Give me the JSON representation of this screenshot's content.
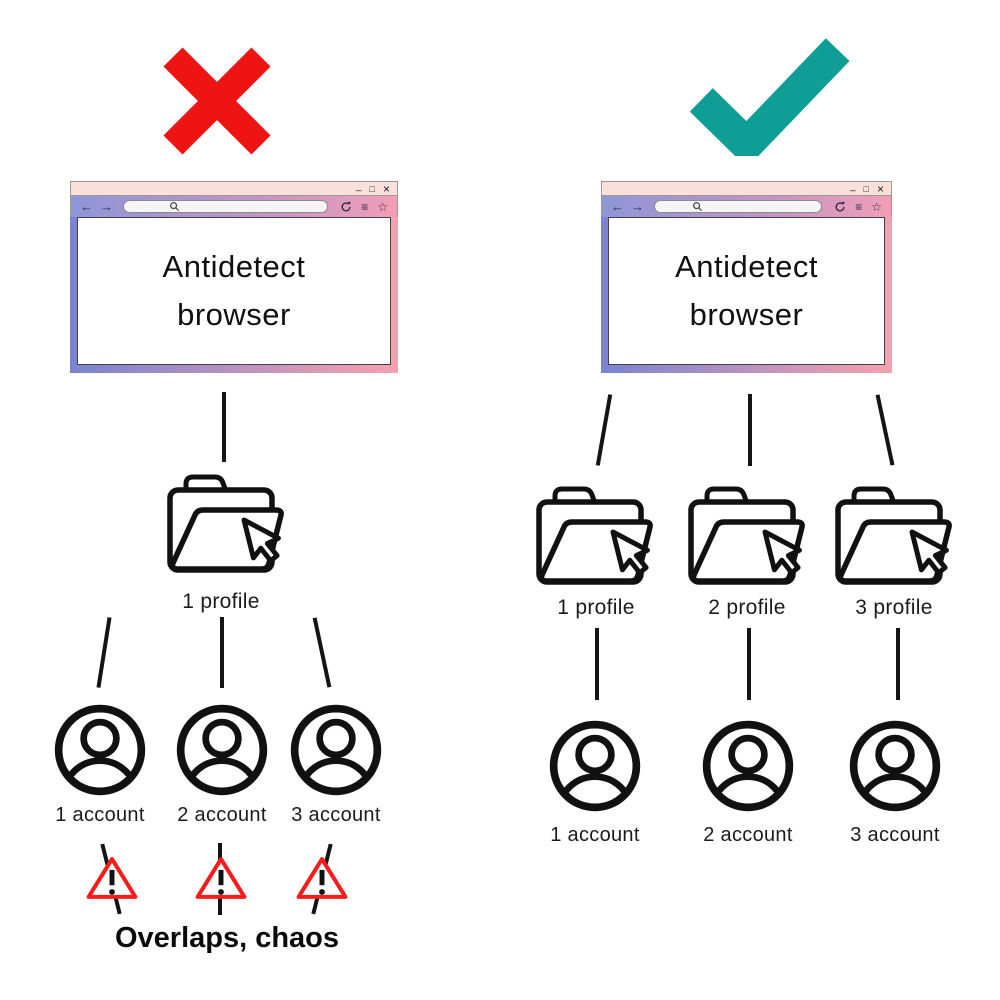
{
  "left": {
    "verdict": "wrong",
    "browser_title": "Antidetect browser",
    "profile_labels": [
      "1 profile"
    ],
    "account_labels": [
      "1 account",
      "2 account",
      "3 account"
    ],
    "caption": "Overlaps, chaos"
  },
  "right": {
    "verdict": "correct",
    "browser_title": "Antidetect browser",
    "profile_labels": [
      "1 profile",
      "2 profile",
      "3 profile"
    ],
    "account_labels": [
      "1 account",
      "2 account",
      "3 account"
    ]
  },
  "chrome": {
    "back": "←",
    "forward": "→",
    "menu": "≡",
    "bookmark": "☆",
    "minimize": "_",
    "maximize": "□",
    "close": "×"
  },
  "icons": [
    "cross-icon",
    "check-icon",
    "folder-icon",
    "cursor-icon",
    "account-icon",
    "warning-icon",
    "search-icon",
    "reload-icon"
  ],
  "colors": {
    "cross_red": "#ee1414",
    "check_teal": "#0e9e96",
    "warning_red": "#f51c1c",
    "toolbar_gradient_start": "#8e96d8",
    "toolbar_gradient_end": "#f19fb6",
    "frame_gradient_start": "#7b85cf",
    "frame_gradient_end": "#f5a0ae",
    "titlebar_bg": "#fbe0da",
    "line_color": "#141414"
  }
}
